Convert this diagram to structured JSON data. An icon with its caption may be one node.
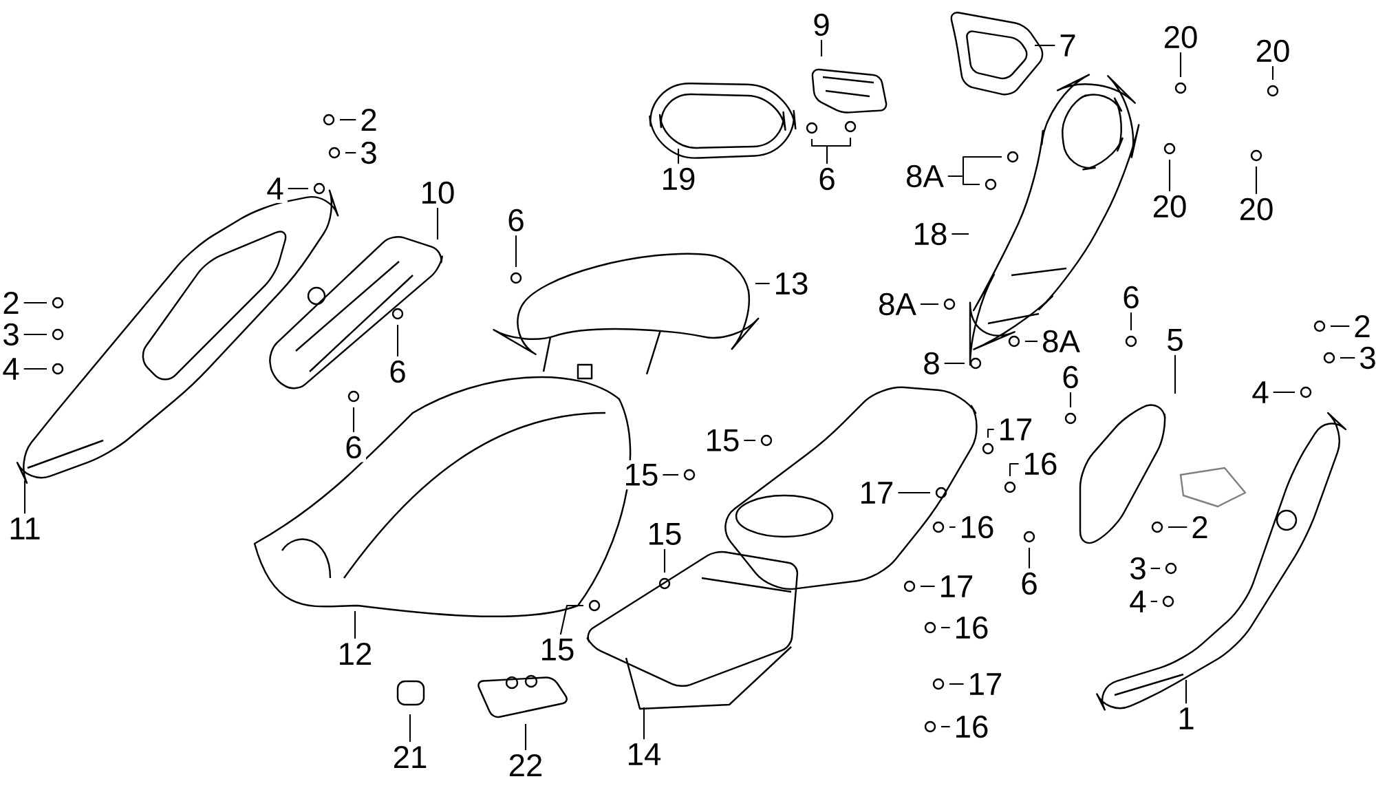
{
  "diagram": {
    "nodes": [
      {
        "text": [
          "9"
        ]
      },
      {
        "text": [
          "7"
        ]
      },
      {
        "text": [
          "20"
        ]
      },
      {
        "text": [
          "20"
        ]
      },
      {
        "text": [
          "2"
        ]
      },
      {
        "text": [
          "3"
        ]
      },
      {
        "text": [
          "6"
        ]
      },
      {
        "text": [
          "8A"
        ]
      },
      {
        "text": [
          "19"
        ]
      },
      {
        "text": [
          "10"
        ]
      },
      {
        "text": [
          "20"
        ]
      },
      {
        "text": [
          "20"
        ]
      },
      {
        "text": [
          "4"
        ]
      },
      {
        "text": [
          "6"
        ]
      },
      {
        "text": [
          "18"
        ]
      },
      {
        "text": [
          "13"
        ]
      },
      {
        "text": [
          "2"
        ]
      },
      {
        "text": [
          "8A"
        ]
      },
      {
        "text": [
          "8A"
        ]
      },
      {
        "text": [
          "6"
        ]
      },
      {
        "text": [
          "5"
        ]
      },
      {
        "text": [
          "2"
        ]
      },
      {
        "text": [
          "3"
        ]
      },
      {
        "text": [
          "8"
        ]
      },
      {
        "text": [
          "3"
        ]
      },
      {
        "text": [
          "4"
        ]
      },
      {
        "text": [
          "6"
        ]
      },
      {
        "text": [
          "4"
        ]
      },
      {
        "text": [
          "6"
        ]
      },
      {
        "text": [
          "17"
        ]
      },
      {
        "text": [
          "15"
        ]
      },
      {
        "text": [
          "6"
        ]
      },
      {
        "text": [
          "16"
        ]
      },
      {
        "text": [
          "15"
        ]
      },
      {
        "text": [
          "17"
        ]
      },
      {
        "text": [
          "16"
        ]
      },
      {
        "text": [
          "2"
        ]
      },
      {
        "text": [
          "11"
        ]
      },
      {
        "text": [
          "15"
        ]
      },
      {
        "text": [
          "3"
        ]
      },
      {
        "text": [
          "6"
        ]
      },
      {
        "text": [
          "17"
        ]
      },
      {
        "text": [
          "4"
        ]
      },
      {
        "text": [
          "15"
        ]
      },
      {
        "text": [
          "16"
        ]
      },
      {
        "text": [
          "12"
        ]
      },
      {
        "text": [
          "17"
        ]
      },
      {
        "text": [
          "1"
        ]
      },
      {
        "text": [
          "16"
        ]
      },
      {
        "text": [
          "14"
        ]
      },
      {
        "text": [
          "21"
        ]
      },
      {
        "text": [
          "22"
        ]
      }
    ],
    "edges": [
      {
        "from": 0,
        "to": null,
        "arrow": "none"
      },
      {
        "from": 1,
        "to": null,
        "arrow": "none"
      },
      {
        "from": 2,
        "to": null,
        "arrow": "none"
      },
      {
        "from": 3,
        "to": null,
        "arrow": "none"
      },
      {
        "from": 4,
        "to": null,
        "arrow": "none"
      },
      {
        "from": 5,
        "to": null,
        "arrow": "none"
      },
      {
        "from": 6,
        "to": null,
        "arrow": "none"
      },
      {
        "from": 7,
        "to": null,
        "arrow": "none"
      },
      {
        "from": 8,
        "to": null,
        "arrow": "none"
      },
      {
        "from": 9,
        "to": null,
        "arrow": "none"
      },
      {
        "from": 10,
        "to": null,
        "arrow": "none"
      },
      {
        "from": 11,
        "to": null,
        "arrow": "none"
      },
      {
        "from": 12,
        "to": null,
        "arrow": "none"
      },
      {
        "from": 13,
        "to": null,
        "arrow": "none"
      },
      {
        "from": 14,
        "to": null,
        "arrow": "none"
      },
      {
        "from": 15,
        "to": null,
        "arrow": "none"
      },
      {
        "from": 16,
        "to": null,
        "arrow": "none"
      },
      {
        "from": 17,
        "to": null,
        "arrow": "none"
      },
      {
        "from": 18,
        "to": null,
        "arrow": "none"
      },
      {
        "from": 19,
        "to": null,
        "arrow": "none"
      },
      {
        "from": 20,
        "to": null,
        "arrow": "none"
      },
      {
        "from": 21,
        "to": null,
        "arrow": "none"
      },
      {
        "from": 22,
        "to": null,
        "arrow": "none"
      },
      {
        "from": 23,
        "to": null,
        "arrow": "none"
      },
      {
        "from": 24,
        "to": null,
        "arrow": "none"
      },
      {
        "from": 25,
        "to": null,
        "arrow": "none"
      },
      {
        "from": 26,
        "to": null,
        "arrow": "none"
      },
      {
        "from": 27,
        "to": null,
        "arrow": "none"
      },
      {
        "from": 28,
        "to": null,
        "arrow": "none"
      },
      {
        "from": 29,
        "to": null,
        "arrow": "none"
      },
      {
        "from": 30,
        "to": null,
        "arrow": "none"
      },
      {
        "from": 31,
        "to": null,
        "arrow": "none"
      },
      {
        "from": 32,
        "to": null,
        "arrow": "none"
      },
      {
        "from": 33,
        "to": null,
        "arrow": "none"
      },
      {
        "from": 34,
        "to": null,
        "arrow": "none"
      },
      {
        "from": 35,
        "to": null,
        "arrow": "none"
      },
      {
        "from": 36,
        "to": null,
        "arrow": "none"
      },
      {
        "from": 37,
        "to": null,
        "arrow": "none"
      },
      {
        "from": 38,
        "to": null,
        "arrow": "none"
      },
      {
        "from": 39,
        "to": null,
        "arrow": "none"
      },
      {
        "from": 40,
        "to": null,
        "arrow": "none"
      },
      {
        "from": 41,
        "to": null,
        "arrow": "none"
      },
      {
        "from": 42,
        "to": null,
        "arrow": "none"
      },
      {
        "from": 43,
        "to": null,
        "arrow": "none"
      },
      {
        "from": 44,
        "to": null,
        "arrow": "none"
      },
      {
        "from": 45,
        "to": null,
        "arrow": "none"
      },
      {
        "from": 46,
        "to": null,
        "arrow": "none"
      },
      {
        "from": 47,
        "to": null,
        "arrow": "none"
      },
      {
        "from": 48,
        "to": null,
        "arrow": "none"
      },
      {
        "from": 49,
        "to": null,
        "arrow": "none"
      },
      {
        "from": 50,
        "to": null,
        "arrow": "none"
      },
      {
        "from": 51,
        "to": null,
        "arrow": "none"
      },
      {
        "from": 6,
        "to": null,
        "arrow": "none"
      },
      {
        "from": 7,
        "to": null,
        "arrow": "none"
      }
    ]
  }
}
